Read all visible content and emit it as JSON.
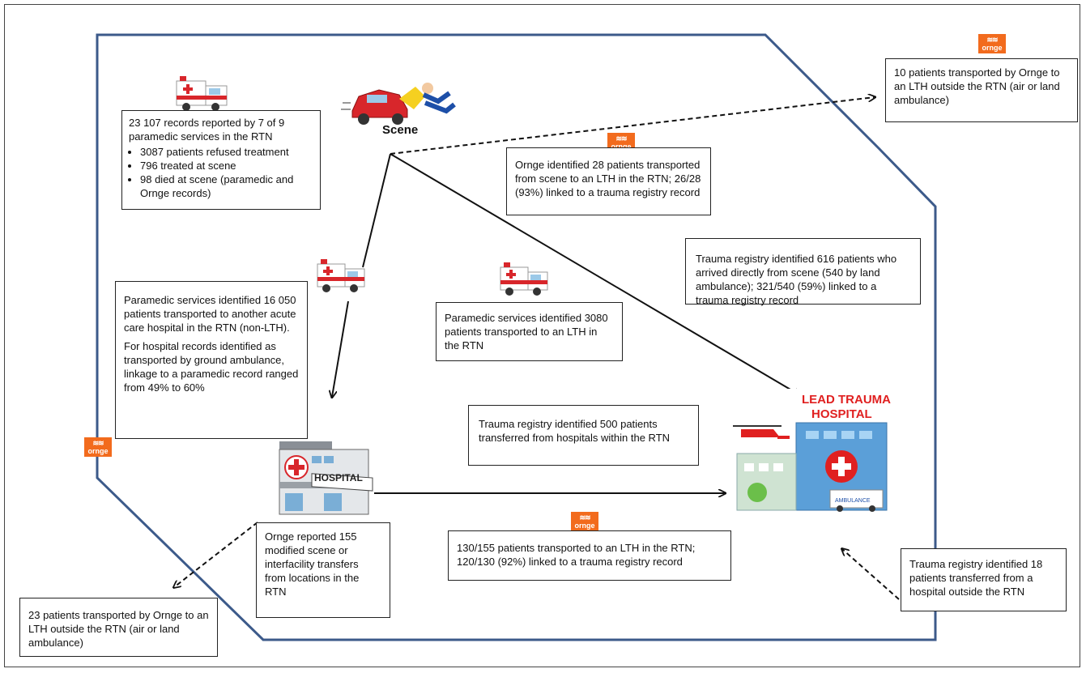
{
  "scene": {
    "label": "Scene"
  },
  "paramedic_box": {
    "title": "23 107 records reported by 7 of 9 paramedic services in the RTN",
    "bullets": [
      "3087 patients refused treatment",
      "796 treated at scene",
      "98 died at scene (paramedic and Orngе records)"
    ]
  },
  "orange_outside_top": {
    "text": "10 patients transported by Ornge to an LTH outside the RTN (air or land ambulance)"
  },
  "orange_scene_box": {
    "text": "Ornge identified 28 patients transported from scene to an LTH in the RTN; 26/28 (93%) linked to a trauma registry record"
  },
  "trauma_direct_box": {
    "text": "Trauma registry identified 616 patients who arrived directly from scene (540 by land ambulance); 321/540 (59%) linked to a trauma registry record"
  },
  "paramedic_nonlth_box": {
    "p1": "Paramedic services identified 16 050 patients transported to another acute care hospital in the RTN (non-LTH).",
    "p2": "For hospital records identified as transported by ground ambulance, linkage to a paramedic record ranged from 49% to 60%"
  },
  "paramedic_lth_box": {
    "text": "Paramedic services identified 3080 patients transported to an LTH in the RTN"
  },
  "trauma_transfer_box": {
    "text": "Trauma registry identified 500 patients transferred from hospitals within the RTN"
  },
  "ornge_modified_box": {
    "text": "Ornge reported 155 modified scene or interfacility transfers from locations in the RTN"
  },
  "ornge_130_box": {
    "text": "130/155 patients transported to an LTH in the RTN; 120/130 (92%) linked to a trauma registry record"
  },
  "outside_bottom_box": {
    "text": "23 patients transported by Ornge to an LTH outside the RTN (air or land ambulance)"
  },
  "trauma_outside_box": {
    "text": "Trauma registry identified 18 patients transferred from a hospital outside the RTN"
  },
  "logo": {
    "text": "ornge",
    "wing": "≋≋"
  },
  "hospital_sign": "HOSPITAL",
  "lth_sign": {
    "line1": "LEAD TRAUMA",
    "line2": "HOSPITAL"
  },
  "ambulance_text": "AMBULANCE",
  "colors": {
    "rtn_border": "#3c5a8a",
    "ornge": "#f26b1d",
    "ambulance_red": "#d8262b",
    "lth_sign_red": "#e02020"
  }
}
